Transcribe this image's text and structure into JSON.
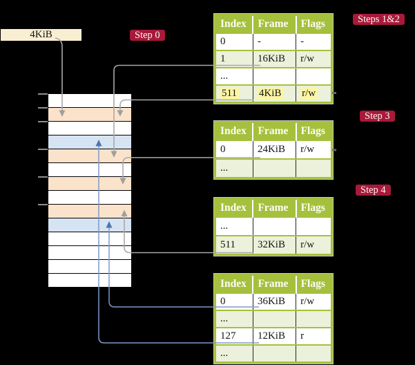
{
  "frame_size_box": {
    "label": "4KiB"
  },
  "step_labels": [
    {
      "id": "step-0",
      "label": "Step 0"
    },
    {
      "id": "steps-1-2",
      "label": "Steps 1&2"
    },
    {
      "id": "step-3",
      "label": "Step 3"
    },
    {
      "id": "step-4",
      "label": "Step 4"
    }
  ],
  "tables": [
    {
      "name": "page-table-steps-1-2",
      "headers": [
        "Index",
        "Frame",
        "Flags"
      ],
      "rows": [
        {
          "cells": [
            "0",
            "-",
            "-"
          ]
        },
        {
          "cells": [
            "1",
            "16KiB",
            "r/w"
          ]
        },
        {
          "cells": [
            "...",
            "",
            ""
          ]
        },
        {
          "cells": [
            "511",
            "4KiB",
            "r/w"
          ],
          "highlight": true
        }
      ]
    },
    {
      "name": "page-table-step-3",
      "headers": [
        "Index",
        "Frame",
        "Flags"
      ],
      "rows": [
        {
          "cells": [
            "0",
            "24KiB",
            "r/w"
          ]
        },
        {
          "cells": [
            "...",
            "",
            ""
          ]
        }
      ]
    },
    {
      "name": "page-table-step-4",
      "headers": [
        "Index",
        "Frame",
        "Flags"
      ],
      "rows": [
        {
          "cells": [
            "...",
            "",
            ""
          ]
        },
        {
          "cells": [
            "511",
            "32KiB",
            "r/w"
          ]
        }
      ]
    },
    {
      "name": "page-table-final",
      "headers": [
        "Index",
        "Frame",
        "Flags"
      ],
      "rows": [
        {
          "cells": [
            "0",
            "36KiB",
            "r/w"
          ]
        },
        {
          "cells": [
            "...",
            "",
            ""
          ]
        },
        {
          "cells": [
            "127",
            "12KiB",
            "r"
          ]
        },
        {
          "cells": [
            "...",
            "",
            ""
          ]
        }
      ]
    }
  ],
  "memory_strip": {
    "rows": [
      {
        "color": "white"
      },
      {
        "color": "peach"
      },
      {
        "color": "white"
      },
      {
        "color": "blue"
      },
      {
        "color": "peach"
      },
      {
        "color": "white"
      },
      {
        "color": "peach"
      },
      {
        "color": "white"
      },
      {
        "color": "peach"
      },
      {
        "color": "blue"
      },
      {
        "color": "white"
      },
      {
        "color": "white"
      },
      {
        "color": "white"
      },
      {
        "color": "white"
      }
    ],
    "tick_rows": [
      0,
      1,
      2,
      4,
      6,
      8
    ]
  },
  "colors": {
    "bg": "#000000",
    "accent_red": "#A8193A",
    "table_header_green": "#A5C03C",
    "table_row_green": "#EBF1DA",
    "highlight_yellow": "#FBF5A4",
    "frame_peach": "#FBE3CB",
    "frame_blue": "#D6E3F3",
    "label_cream": "#FAEED2",
    "arrow_gray": "#A9A9A9",
    "arrow_blue": "#7E99CB"
  }
}
